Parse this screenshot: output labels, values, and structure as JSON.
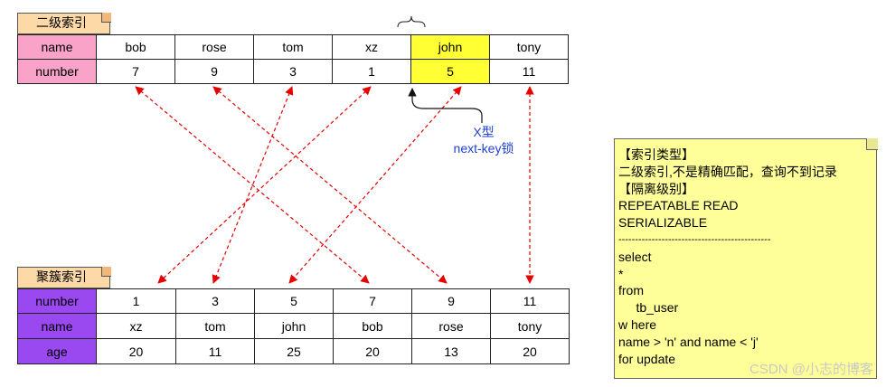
{
  "secondary": {
    "title": "二级索引",
    "header_name": "name",
    "header_number": "number",
    "names": [
      "bob",
      "rose",
      "tom",
      "xz",
      "john",
      "tony"
    ],
    "numbers": [
      "7",
      "9",
      "3",
      "1",
      "5",
      "11"
    ],
    "highlight_index": 4
  },
  "clustered": {
    "title": "聚簇索引",
    "header_number": "number",
    "header_name": "name",
    "header_age": "age",
    "numbers": [
      "1",
      "3",
      "5",
      "7",
      "9",
      "11"
    ],
    "names": [
      "xz",
      "tom",
      "john",
      "bob",
      "rose",
      "tony"
    ],
    "ages": [
      "20",
      "11",
      "25",
      "20",
      "13",
      "20"
    ]
  },
  "lock_label": {
    "line1": "X型",
    "line2": "next-key锁"
  },
  "note": {
    "lines": [
      "【索引类型】",
      "二级索引,不是精确匹配，查询不到记录",
      "【隔离级别】",
      "REPEATABLE READ",
      "SERIALIZABLE",
      "----------------------------------------------",
      "select",
      "*",
      "from",
      "     tb_user",
      "w here",
      "name > 'n' and name < 'j'",
      "for update"
    ]
  },
  "watermark": "CSDN @小志的博客",
  "colors": {
    "header_pink": "#f9a3c9",
    "header_purple": "#9a48f0",
    "highlight_yellow": "#ffff33",
    "arrow_red": "#e60000",
    "label_blue": "#1f3fd6",
    "note_bg": "#ffff99",
    "tag_bg": "#fdd9a8"
  }
}
